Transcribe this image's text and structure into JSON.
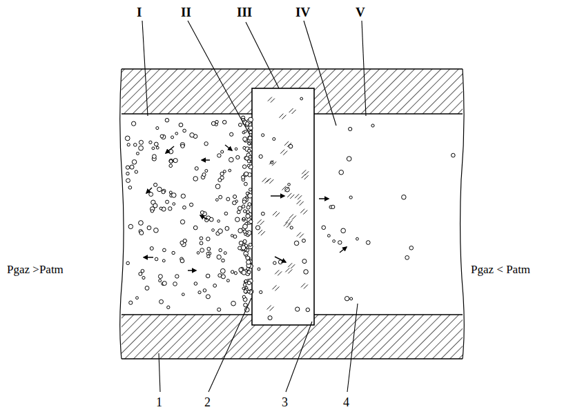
{
  "diagram": {
    "labels": [
      "I",
      "II",
      "III",
      "IV",
      "V",
      "1",
      "2",
      "3",
      "4",
      "Pgaz >Patm",
      "Pgaz < Patm"
    ]
  }
}
